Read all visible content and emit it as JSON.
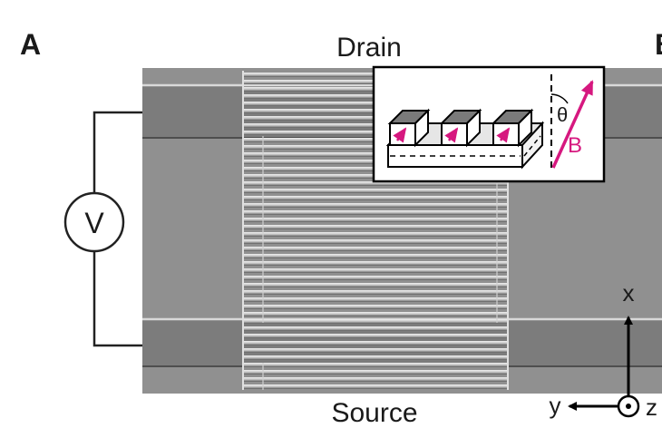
{
  "panel": {
    "label": "A",
    "next_panel_label": "B"
  },
  "electrodes": {
    "top": "Drain",
    "bottom": "Source"
  },
  "circuit": {
    "meter_symbol": "V"
  },
  "inset": {
    "angle_symbol": "θ",
    "field_label": "B"
  },
  "axes": {
    "x": "x",
    "y": "y",
    "z": "z"
  },
  "colors": {
    "magenta": "#d6187f",
    "sem_gray": "#8c8c8c"
  }
}
